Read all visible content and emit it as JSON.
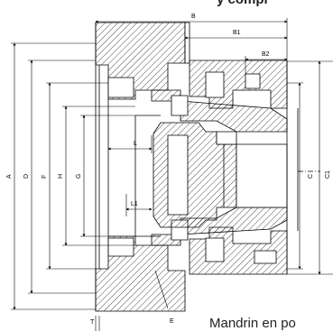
{
  "header_fragment": "y compl",
  "caption": "Mandrin en po",
  "dimensions": {
    "A": "A",
    "B": "B",
    "B1": "B1",
    "B2": "B2",
    "C": "C",
    "C1": "C1",
    "D": "D",
    "E": "E",
    "F": "F",
    "G": "G",
    "H": "H",
    "L": "L",
    "L1": "L1",
    "T": "T"
  },
  "colors": {
    "line": "#000000",
    "hatch": "#000000",
    "background": "#ffffff"
  }
}
